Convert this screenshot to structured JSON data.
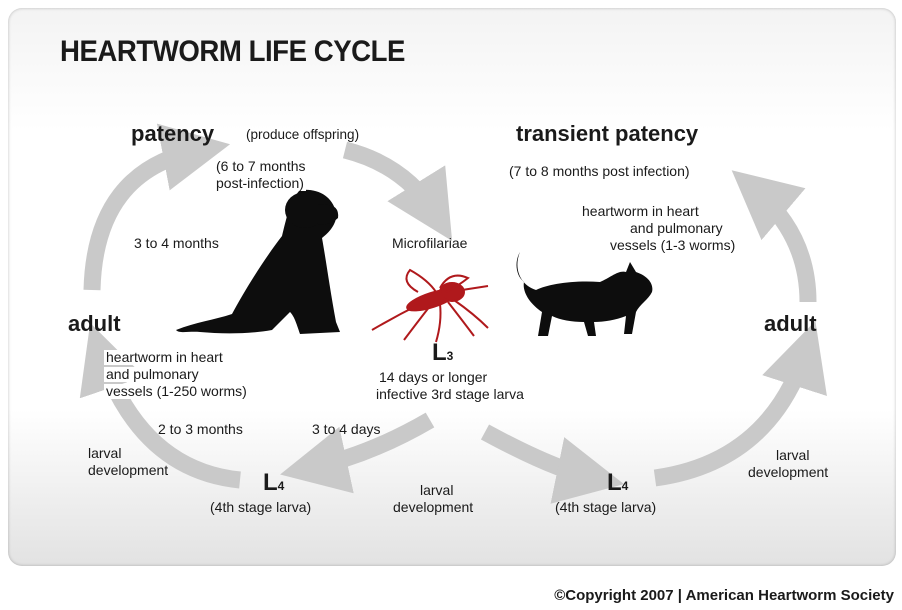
{
  "title": "HEARTWORM LIFE CYCLE",
  "dog_side": {
    "patency_label": "patency",
    "patency_note": "(produce offspring)",
    "patency_time_line1": "(6 to 7 months",
    "patency_time_line2": "post-infection)",
    "adult_to_patency": "3 to 4 months",
    "adult_label": "adult",
    "adult_desc_line1": "heartworm in heart",
    "adult_desc_line2": "and pulmonary",
    "adult_desc_line3": "vessels (1-250 worms)",
    "l4_to_adult": "2 to 3 months",
    "larval_dev_line1": "larval",
    "larval_dev_line2": "development",
    "l3_to_l4": "3 to 4 days",
    "l4_label": "L",
    "l4_sub": "4",
    "l4_desc": "(4th stage larva)"
  },
  "center": {
    "microfilariae": "Microfilariae",
    "l3_label": "L",
    "l3_sub": "3",
    "l3_line1": "14 days or longer",
    "l3_line2": "infective 3rd stage larva",
    "larval_dev_line1": "larval",
    "larval_dev_line2": "development"
  },
  "cat_side": {
    "patency_label": "transient patency",
    "patency_time": "(7 to 8 months post infection)",
    "desc_line1": "heartworm in heart",
    "desc_line2": "and pulmonary",
    "desc_line3": "vessels (1-3 worms)",
    "adult_label": "adult",
    "larval_dev_line1": "larval",
    "larval_dev_line2": "development",
    "l4_label": "L",
    "l4_sub": "4",
    "l4_desc": "(4th stage larva)"
  },
  "copyright": "©Copyright 2007  |  American Heartworm Society",
  "colors": {
    "arrow": "#c9c9c9",
    "silhouette": "#0d0d0d",
    "mosquito": "#b0191c"
  }
}
